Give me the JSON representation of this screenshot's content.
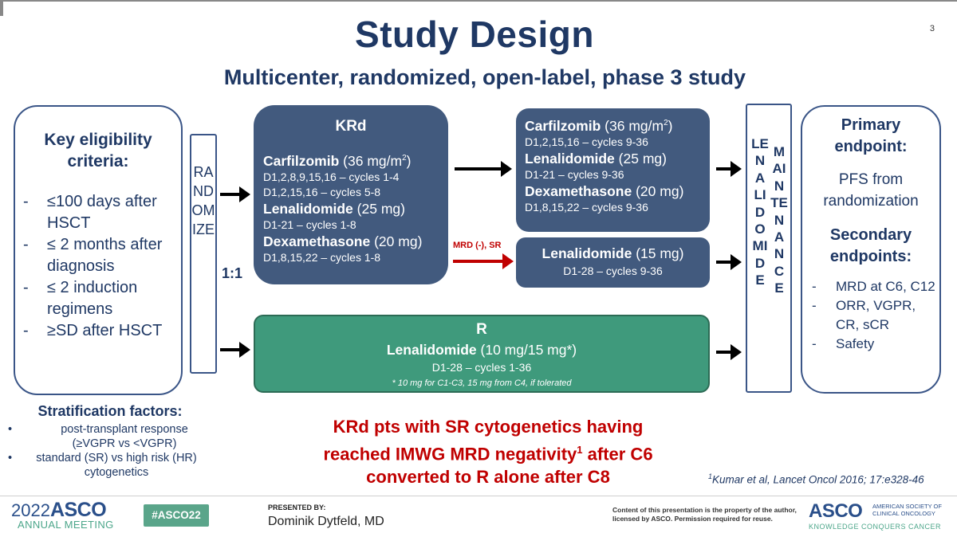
{
  "slide": {
    "title": "Study Design",
    "page_number": "3",
    "subtitle": "Multicenter, randomized, open-label, phase 3 study"
  },
  "eligibility": {
    "title_line1": "Key eligibility",
    "title_line2": "criteria:",
    "items": [
      "≤100 days after HSCT",
      "≤ 2 months after diagnosis",
      "≤ 2 induction regimens",
      "≥SD after HSCT"
    ]
  },
  "randomize": {
    "label": "RANDOMIZE",
    "ratio": "1:1"
  },
  "krd_arm": {
    "title": "KRd",
    "drugs": [
      {
        "name": "Carfilzomib",
        "dose": "(36 mg/m",
        "dose_sup": "2",
        "dose_end": ")",
        "schedules": [
          "D1,2,8,9,15,16 – cycles 1-4",
          "D1,2,15,16 – cycles 5-8"
        ]
      },
      {
        "name": "Lenalidomide",
        "dose": "(25 mg)",
        "schedules": [
          "D1-21 – cycles 1-8"
        ]
      },
      {
        "name": "Dexamethasone",
        "dose": "(20 mg)",
        "schedules": [
          "D1,8,15,22 – cycles 1-8"
        ]
      }
    ]
  },
  "krd_continuation": {
    "drugs": [
      {
        "name": "Carfilzomib",
        "dose": "(36 mg/m",
        "dose_sup": "2",
        "dose_end": ")",
        "schedule": "D1,2,15,16 – cycles 9-36"
      },
      {
        "name": "Lenalidomide",
        "dose": "(25 mg)",
        "schedule": "D1-21 – cycles 9-36"
      },
      {
        "name": "Dexamethasone",
        "dose": "(20 mg)",
        "schedule": "D1,8,15,22 – cycles 9-36"
      }
    ]
  },
  "mrd_arrow_label": "MRD (-), SR",
  "lenalidomide_switch": {
    "name": "Lenalidomide",
    "dose": "(15 mg)",
    "schedule": "D1-28 – cycles 9-36"
  },
  "r_arm": {
    "title": "R",
    "name": "Lenalidomide",
    "dose": "(10 mg/15 mg*)",
    "schedule": "D1-28 – cycles 1-36",
    "note": "* 10 mg for C1-C3, 15 mg from C4, if tolerated"
  },
  "maintenance": {
    "col1": "LENALIDOMIDE",
    "col2": "MAINTENANCE"
  },
  "endpoints": {
    "primary_line1": "Primary",
    "primary_line2": "endpoint:",
    "primary_text1": "PFS from",
    "primary_text2": "randomization",
    "secondary_line1": "Secondary",
    "secondary_line2": "endpoints:",
    "secondary_items": [
      "MRD at C6, C12",
      "ORR, VGPR, CR, sCR",
      "Safety"
    ]
  },
  "stratification": {
    "title": "Stratification factors:",
    "items": [
      "post-transplant response (≥VGPR vs <VGPR)",
      "standard (SR) vs high risk (HR) cytogenetics"
    ]
  },
  "red_message": {
    "line1": "KRd pts with SR cytogenetics having",
    "line2_pre": "reached IMWG MRD negativity",
    "line2_sup": "1",
    "line2_post": " after C6",
    "line3": "converted to R alone after C8"
  },
  "reference": {
    "sup": "1",
    "text": "Kumar et al, Lancet Oncol 2016; 17:e328-46"
  },
  "footer": {
    "year": "2022",
    "asco": "ASCO",
    "annual_meeting": "ANNUAL MEETING",
    "hashtag": "#ASCO22",
    "presented_by": "PRESENTED BY:",
    "presenter": "Dominik Dytfeld, MD",
    "legal": "Content of this presentation is the property of the author, licensed by ASCO. Permission required for reuse.",
    "org_logo": "ASCO",
    "org_name": "AMERICAN SOCIETY OF CLINICAL ONCOLOGY",
    "tagline": "KNOWLEDGE CONQUERS CANCER",
    "colors": {
      "asco_blue": "#2a4f8a",
      "asco_green": "#5aa58a"
    }
  },
  "colors": {
    "navy_box": "#425a7e",
    "green_box": "#3f9a7c",
    "title": "#1f3864",
    "red": "#c00000"
  }
}
